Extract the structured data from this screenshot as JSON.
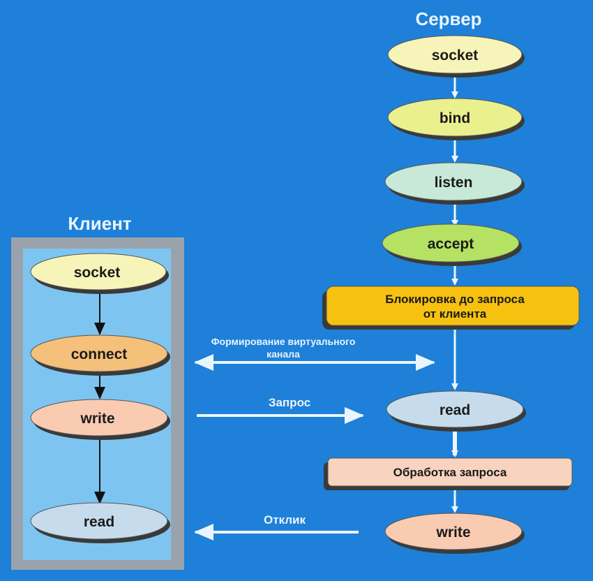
{
  "server": {
    "title": "Сервер",
    "nodes": {
      "socket": "socket",
      "bind": "bind",
      "listen": "listen",
      "accept": "accept",
      "block_line1": "Блокировка до запроса",
      "block_line2": "от клиента",
      "read": "read",
      "process": "Обработка запроса",
      "write": "write"
    }
  },
  "client": {
    "title": "Клиент",
    "nodes": {
      "socket": "socket",
      "connect": "connect",
      "write": "write",
      "read": "read"
    }
  },
  "edges": {
    "virtual_channel_line1": "Формирование виртуального",
    "virtual_channel_line2": "канала",
    "request": "Запрос",
    "response": "Отклик"
  },
  "colors": {
    "background": "#1e80d8",
    "client_frame": "#9aa3ab",
    "client_panel": "#7ec4f0",
    "node_yellow": "#f6f4b8",
    "node_yellow_green": "#eaf08e",
    "node_mint": "#c8e9d8",
    "node_green": "#b5e262",
    "node_orange_box": "#f6c20f",
    "node_blue": "#c6dced",
    "node_peach": "#f9cbb1",
    "node_peach_box": "#f7d3c0",
    "node_orange_ellipse": "#f4c07a",
    "arrow_light": "#eaf6ff",
    "arrow_dark": "#111111"
  }
}
